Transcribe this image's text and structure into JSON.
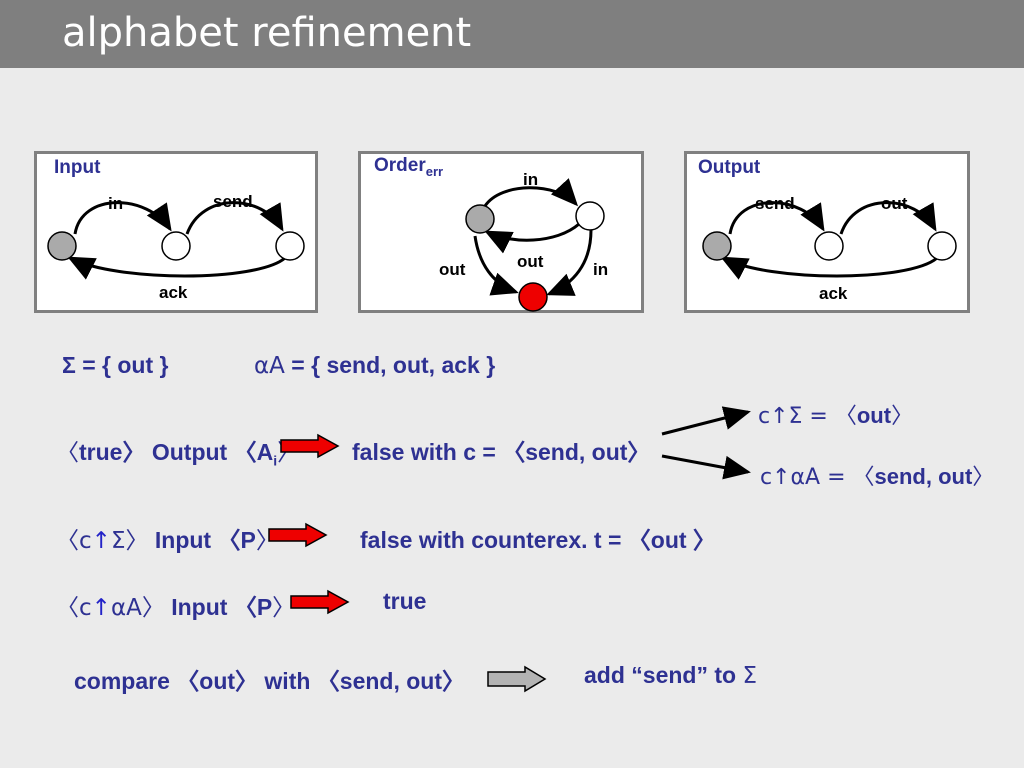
{
  "slide": {
    "title": "alphabet refinement"
  },
  "diagrams": {
    "input": {
      "title": "Input",
      "label_in": "in",
      "label_send": "send",
      "label_ack": "ack"
    },
    "order": {
      "title": "Order",
      "title_sub": "err",
      "label_in_top": "in",
      "label_out_left": "out",
      "label_out_mid": "out",
      "label_in_right": "in"
    },
    "output": {
      "title": "Output",
      "label_send": "send",
      "label_out": "out",
      "label_ack": "ack"
    }
  },
  "colors": {
    "initial_state": "#aaaaaa",
    "state": "#ffffff",
    "error_state": "#ee0000",
    "text": "#2e3192",
    "arrow_red": "#ee0000",
    "arrow_gray": "#b3b3b3"
  },
  "lines": {
    "sigma_def": "Σ = { out }",
    "alpha_lhs": "αA",
    "alpha_rhs": " = { send, out, ack }",
    "q1_a": "〈",
    "q1_b": "true",
    "q1_c": "〉 Output 〈",
    "q1_d": "A",
    "q1_d_sub": "i",
    "q1_e": "〉",
    "q1_result": "false with c = 〈send, out〉",
    "proj_sigma_lhs": "c↑Σ = 〈",
    "proj_sigma_rhs": "out",
    "proj_sigma_end": "〉",
    "proj_alpha_lhs": "c↑αA = 〈",
    "proj_alpha_rhs": "send, out",
    "proj_alpha_end": "〉",
    "q2_a": "〈c",
    "q2_up": "↑",
    "q2_b": "Σ〉",
    "q2_c": " Input 〈",
    "q2_d": "P",
    "q2_e": "〉",
    "q2_result": "false with counterex. t = 〈out 〉",
    "q3_a": "〈c",
    "q3_up": "↑",
    "q3_b": "αA〉",
    "q3_c": " Input 〈",
    "q3_d": "P",
    "q3_e": "〉",
    "q3_result": "true",
    "compare": "compare 〈out〉 with 〈send, out〉",
    "add": "add “send” to ",
    "add_sym": "Σ"
  }
}
